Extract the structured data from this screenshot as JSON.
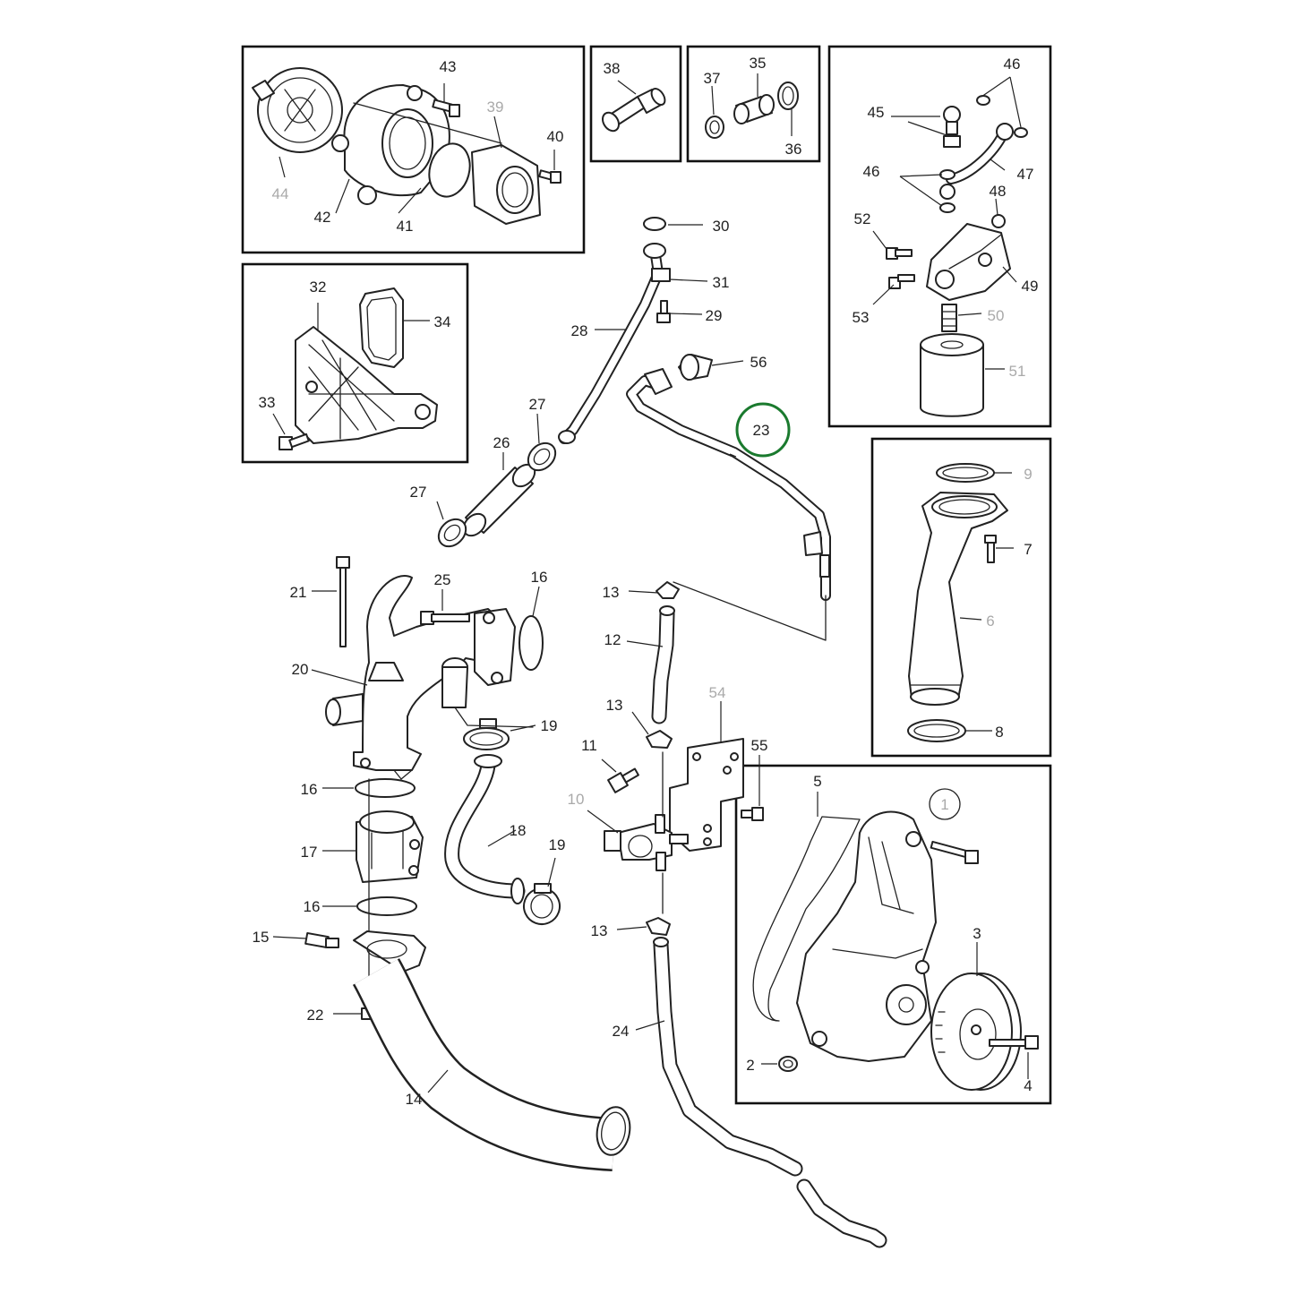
{
  "diagram": {
    "highlighted_part": "23",
    "highlight_color": "#1a7a2e",
    "parts": {
      "p1": "1",
      "p2": "2",
      "p3": "3",
      "p4": "4",
      "p5": "5",
      "p6": "6",
      "p7": "7",
      "p8": "8",
      "p9": "9",
      "p10": "10",
      "p11": "11",
      "p12": "12",
      "p13": "13",
      "p14": "14",
      "p15": "15",
      "p16": "16",
      "p17": "17",
      "p18": "18",
      "p19": "19",
      "p20": "20",
      "p21": "21",
      "p22": "22",
      "p23": "23",
      "p24": "24",
      "p25": "25",
      "p26": "26",
      "p27": "27",
      "p28": "28",
      "p29": "29",
      "p30": "30",
      "p31": "31",
      "p32": "32",
      "p33": "33",
      "p34": "34",
      "p35": "35",
      "p36": "36",
      "p37": "37",
      "p38": "38",
      "p39": "39",
      "p40": "40",
      "p41": "41",
      "p42": "42",
      "p43": "43",
      "p44": "44",
      "p45": "45",
      "p46": "46",
      "p47": "47",
      "p48": "48",
      "p49": "49",
      "p50": "50",
      "p51": "51",
      "p52": "52",
      "p53": "53",
      "p54": "54",
      "p55": "55",
      "p56": "56"
    }
  }
}
